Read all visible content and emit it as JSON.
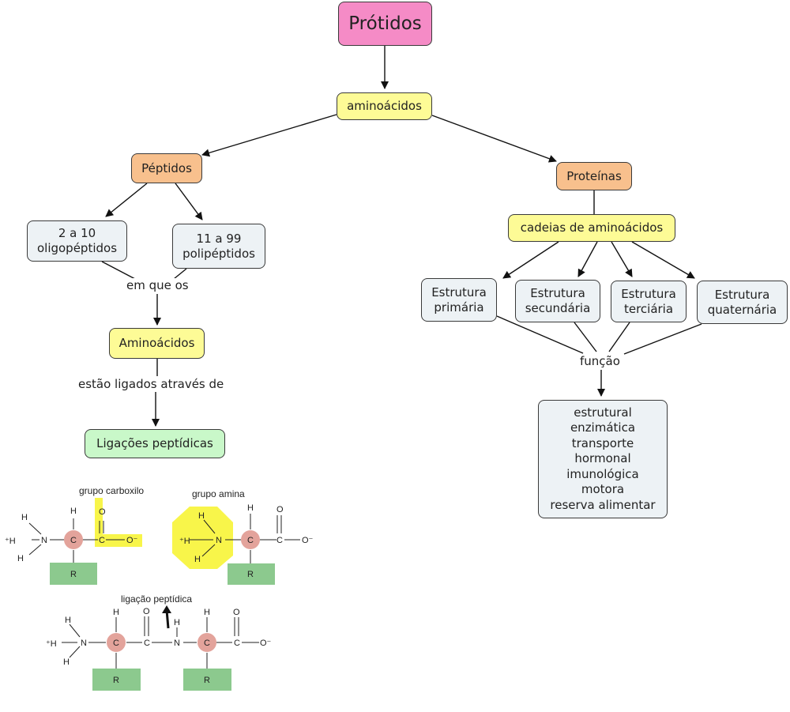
{
  "root": {
    "label": "Prótidos"
  },
  "aminoacidos_top": {
    "label": "aminoácidos"
  },
  "peptidos": {
    "label": "Péptidos"
  },
  "proteinas": {
    "label": "Proteínas"
  },
  "oligo": {
    "line1": "2 a 10",
    "line2": "oligopéptidos"
  },
  "poli": {
    "line1": "11 a 99",
    "line2": "polipéptidos"
  },
  "em_que_os": "em que os",
  "aminoacidos_mid": {
    "label": "Aminoácidos"
  },
  "ligados_label": "estão ligados através de",
  "ligacoes": {
    "label": "Ligações peptídicas"
  },
  "cadeias": {
    "label": "cadeias de aminoácidos"
  },
  "estruturas": [
    {
      "line1": "Estrutura",
      "line2": "primária"
    },
    {
      "line1": "Estrutura",
      "line2": "secundária"
    },
    {
      "line1": "Estrutura",
      "line2": "terciária"
    },
    {
      "line1": "Estrutura",
      "line2": "quaternária"
    }
  ],
  "funcao_label": "função",
  "funcoes": [
    "estrutural",
    "enzimática",
    "transporte",
    "hormonal",
    "imunológica",
    "motora",
    "reserva alimentar"
  ],
  "chem": {
    "grupo_carboxilo": "grupo carboxilo",
    "grupo_amina": "grupo amina",
    "ligacao_peptidica": "ligação peptídica",
    "H": "H",
    "N": "N",
    "C": "C",
    "O": "O",
    "R": "R",
    "H_plus": "⁺H",
    "O_minus": "O⁻"
  },
  "colors": {
    "pink": "#f58bc6",
    "yellow": "#fdfb96",
    "orange": "#f8c08d",
    "blue": "#edf2f5",
    "green": "#c9f8c9",
    "r_group": "#8cc98e",
    "alpha_carbon": "#e3a39b",
    "highlight": "#f8f54a"
  }
}
